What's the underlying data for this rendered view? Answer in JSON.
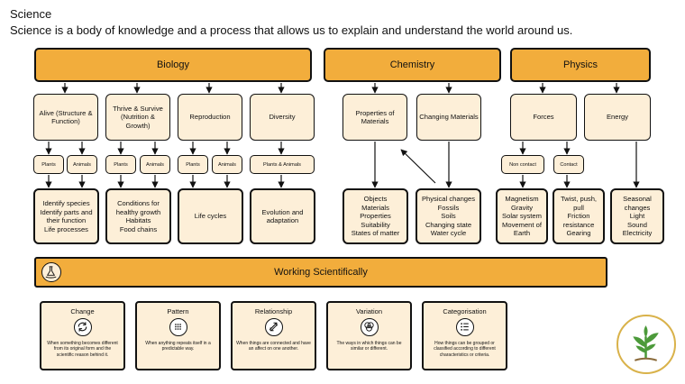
{
  "header": {
    "title": "Science",
    "subtitle": "Science is a body of knowledge and a process that allows us to explain and understand the world around us."
  },
  "categories": {
    "biology": "Biology",
    "chemistry": "Chemistry",
    "physics": "Physics"
  },
  "biology": {
    "alive": "Alive (Structure & Function)",
    "thrive": "Thrive & Survive (Nutrition & Growth)",
    "reproduction": "Reproduction",
    "diversity": "Diversity",
    "tags": [
      "Plants",
      "Animals",
      "Plants",
      "Animals",
      "Plants",
      "Animals",
      "Plants & Animals"
    ],
    "details": {
      "alive": [
        "Identify species",
        "Identify parts and",
        "their function",
        "Life processes"
      ],
      "thrive": [
        "Conditions for",
        "healthy growth",
        "Habitats",
        "Food chains"
      ],
      "reproduction": [
        "Life cycles"
      ],
      "diversity": [
        "Evolution and",
        "adaptation"
      ]
    }
  },
  "chemistry": {
    "properties": "Properties of Materials",
    "changing": "Changing Materials",
    "details": {
      "properties": [
        "Objects",
        "Materials",
        "Properties",
        "Suitability",
        "States of matter"
      ],
      "changing": [
        "Physical changes",
        "Fossils",
        "Soils",
        "Changing state",
        "Water cycle"
      ]
    }
  },
  "physics": {
    "forces": "Forces",
    "energy": "Energy",
    "tags": [
      "Non contact",
      "Contact"
    ],
    "details": {
      "noncontact": [
        "Magnetism",
        "Gravity",
        "Solar system",
        "Movement of",
        "Earth"
      ],
      "contact": [
        "Twist, push,",
        "pull",
        "Friction",
        "resistance",
        "Gearing"
      ],
      "energy": [
        "Seasonal",
        "changes",
        "Light",
        "Sound",
        "Electricity"
      ]
    }
  },
  "working": {
    "label": "Working Scientifically",
    "icon": "flask-hand-icon"
  },
  "concepts": [
    {
      "title": "Change",
      "icon": "cycle-arrows-icon",
      "desc": "When something becomes different from its original form and the scientific reason behind it."
    },
    {
      "title": "Pattern",
      "icon": "dot-grid-icon",
      "desc": "When anything repeats itself in a predictable way."
    },
    {
      "title": "Relationship",
      "icon": "two-way-arrows-icon",
      "desc": "When things are connected and have an affect on one another."
    },
    {
      "title": "Variation",
      "icon": "overlapping-circles-icon",
      "desc": "The ways in which things can be similar or different."
    },
    {
      "title": "Categorisation",
      "icon": "list-icon",
      "desc": "How things can be grouped or classified according to different characteristics or criteria."
    }
  ],
  "logo": {
    "icon": "seedling-logo-icon"
  },
  "colors": {
    "accent": "#f2ad3c",
    "panel": "#fdefd8",
    "outline": "#111111",
    "logo_ring": "#d9b24a",
    "logo_plant": "#4c9a3a"
  }
}
